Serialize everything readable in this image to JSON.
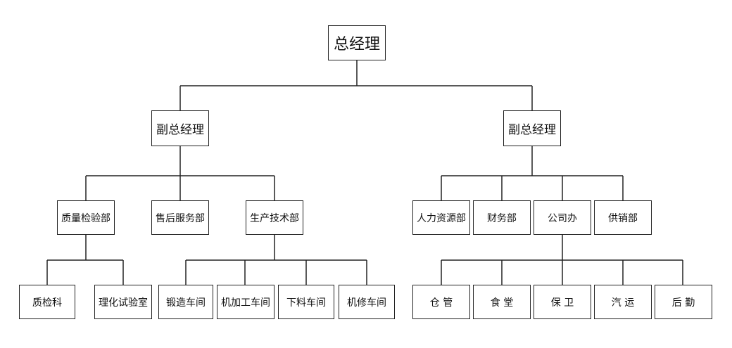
{
  "org": {
    "root": "总经理",
    "vp_left": "副总经理",
    "vp_right": "副总经理",
    "dept_quality": "质量检验部",
    "dept_aftersales": "售后服务部",
    "dept_production": "生产技术部",
    "dept_hr": "人力资源部",
    "dept_finance": "财务部",
    "dept_office": "公司办",
    "dept_supply": "供销部",
    "unit_qc": "质检科",
    "unit_lab": "理化试验室",
    "unit_forging": "锻造车间",
    "unit_machining": "机加工车间",
    "unit_cutting": "下料车间",
    "unit_repair": "机修车间",
    "unit_warehouse": "仓 管",
    "unit_canteen": "食 堂",
    "unit_security": "保 卫",
    "unit_transport": "汽 运",
    "unit_logistics": "后 勤"
  }
}
